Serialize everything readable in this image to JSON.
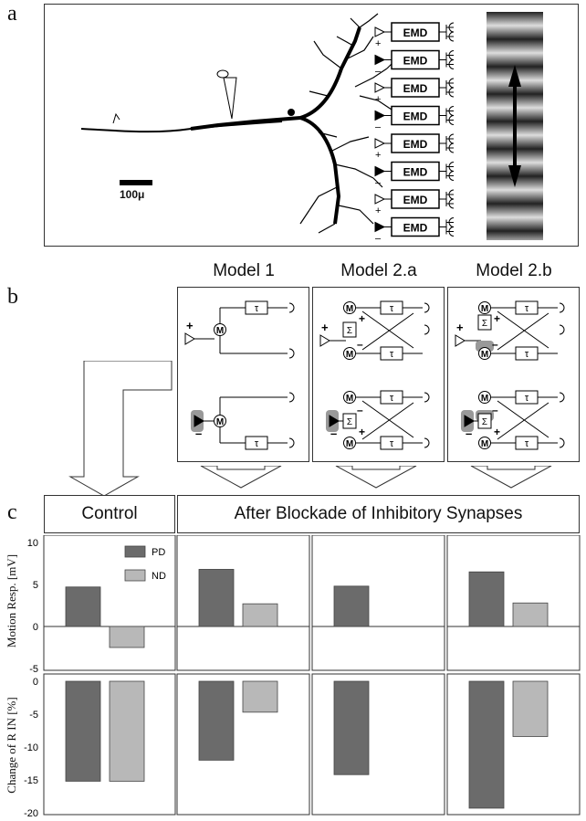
{
  "panel_labels": {
    "a": "a",
    "b": "b",
    "c": "c"
  },
  "panel_a": {
    "scale_bar_label": "100μ",
    "emd": [
      {
        "label": "EMD",
        "sign": "+"
      },
      {
        "label": "EMD",
        "sign": "–"
      },
      {
        "label": "EMD",
        "sign": "+"
      },
      {
        "label": "EMD",
        "sign": "–"
      },
      {
        "label": "EMD",
        "sign": "+"
      },
      {
        "label": "EMD",
        "sign": "–"
      },
      {
        "label": "EMD",
        "sign": "+"
      },
      {
        "label": "EMD",
        "sign": "–"
      }
    ]
  },
  "panel_b": {
    "models": [
      "Model 1",
      "Model 2.a",
      "Model 2.b"
    ],
    "symbols": {
      "multiplier": "M",
      "delay": "τ",
      "sum": "Σ",
      "plus": "+",
      "minus": "–"
    }
  },
  "panel_c": {
    "control_label": "Control",
    "blockade_label": "After Blockade of Inhibitory Synapses",
    "legend": [
      {
        "name": "PD",
        "color": "#6b6b6b"
      },
      {
        "name": "ND",
        "color": "#b8b8b8"
      }
    ]
  },
  "chart_data": [
    {
      "type": "bar",
      "ylabel": "Motion Resp. [mV]",
      "ylim": [
        -5,
        10
      ],
      "yticks": [
        "10",
        "5",
        "0",
        "-5"
      ],
      "groups": [
        "Control",
        "Model 1",
        "Model 2.a",
        "Model 2.b"
      ],
      "series": [
        {
          "name": "PD",
          "values": [
            4.7,
            6.8,
            4.8,
            6.5
          ]
        },
        {
          "name": "ND",
          "values": [
            -2.5,
            2.7,
            null,
            2.8
          ]
        }
      ]
    },
    {
      "type": "bar",
      "ylabel": "Change of R IN [%]",
      "ylim": [
        -20,
        0
      ],
      "yticks": [
        "0",
        "-5",
        "-10",
        "-15",
        "-20"
      ],
      "groups": [
        "Control",
        "Model 1",
        "Model 2.a",
        "Model 2.b"
      ],
      "series": [
        {
          "name": "PD",
          "values": [
            -15.2,
            -12.0,
            -14.2,
            -19.3
          ]
        },
        {
          "name": "ND",
          "values": [
            -15.2,
            -4.7,
            null,
            -8.4
          ]
        }
      ]
    }
  ],
  "colors": {
    "pd": "#6b6b6b",
    "nd": "#b8b8b8",
    "highlight": "#999999"
  }
}
